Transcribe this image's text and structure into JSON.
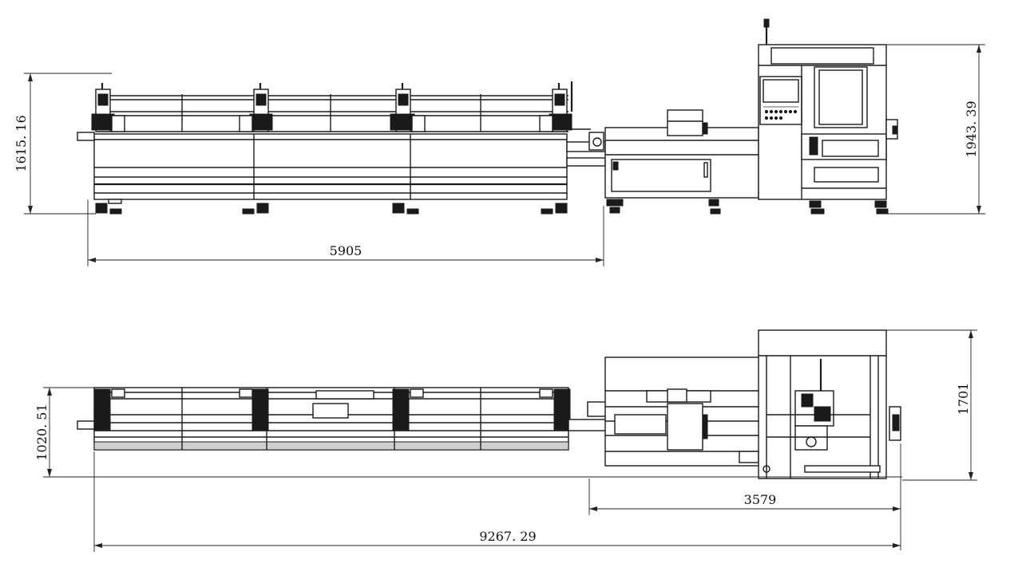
{
  "dimensions": {
    "side_view_height_left": "1615. 16",
    "side_view_height_right": "1943. 39",
    "side_view_length": "5905",
    "top_view_width_left": "1020. 51",
    "top_view_width_right": "1701",
    "top_view_length_main": "3579",
    "overall_length": "9267. 29"
  },
  "colors": {
    "line": "#1a1a1a",
    "background": "#ffffff"
  }
}
